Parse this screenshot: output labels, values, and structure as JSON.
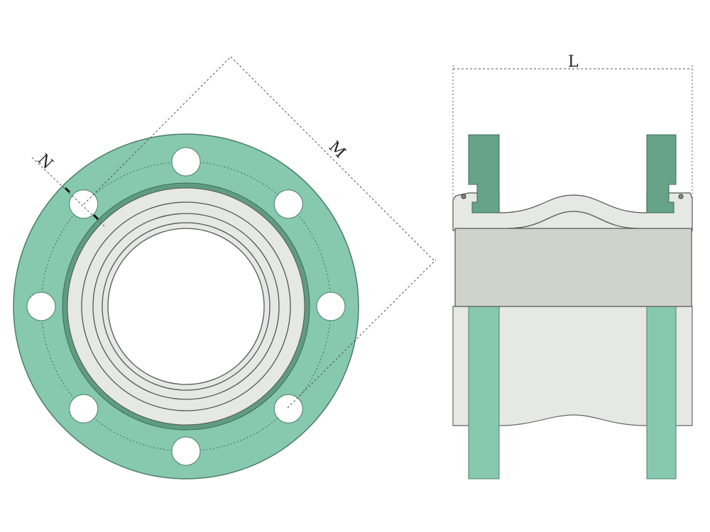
{
  "labels": {
    "N": "N",
    "M": "M",
    "L": "L"
  },
  "colors": {
    "flange_light": "#86c9ae",
    "flange_dark": "#66a387",
    "rubber_light": "#e6e8e3",
    "rubber_gray": "#cfd3cc",
    "outline": "#555"
  },
  "bolt_hole_count": 8
}
